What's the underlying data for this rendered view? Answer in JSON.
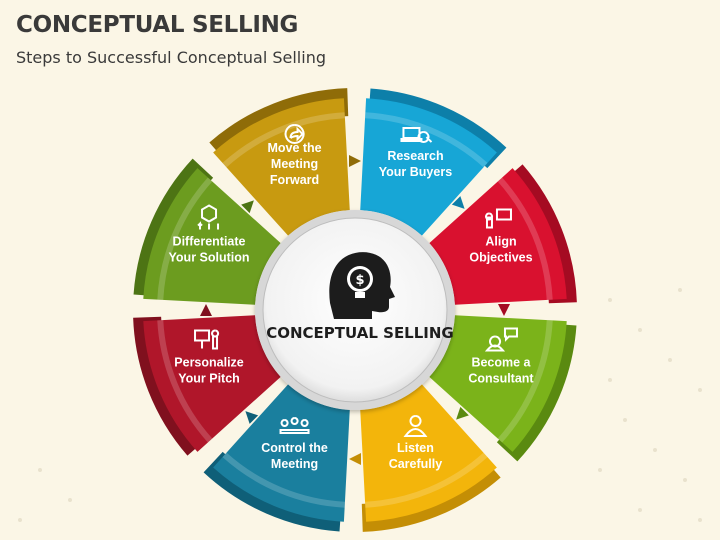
{
  "header": {
    "title": "CONCEPTUAL SELLING",
    "subtitle": "Steps to Successful Conceptual Selling"
  },
  "center": {
    "label": "CONCEPTUAL SELLING",
    "icon": "head-lightbulb-dollar-icon"
  },
  "steps": [
    {
      "lines": [
        "Research",
        "Your Buyers"
      ],
      "icon": "laptop-magnifier-icon",
      "color": "#17a6d6",
      "dark": "#0d7fa9"
    },
    {
      "lines": [
        "Align",
        "Objectives"
      ],
      "icon": "presenter-board-icon",
      "color": "#d9112f",
      "dark": "#a50b22"
    },
    {
      "lines": [
        "Become a",
        "Consultant"
      ],
      "icon": "consultant-chat-icon",
      "color": "#7bb31a",
      "dark": "#5a8a10"
    },
    {
      "lines": [
        "Listen",
        "Carefully"
      ],
      "icon": "person-listening-icon",
      "color": "#f3b50b",
      "dark": "#c48e05"
    },
    {
      "lines": [
        "Control the",
        "Meeting"
      ],
      "icon": "meeting-table-icon",
      "color": "#1a7f9e",
      "dark": "#0f5f78"
    },
    {
      "lines": [
        "Personalize",
        "Your Pitch"
      ],
      "icon": "presentation-pitch-icon",
      "color": "#b0162a",
      "dark": "#80101e"
    },
    {
      "lines": [
        "Differentiate",
        "Your Solution"
      ],
      "icon": "cube-arrows-icon",
      "color": "#6c9c1f",
      "dark": "#4d7414"
    },
    {
      "lines": [
        "Move the",
        "Meeting",
        "Forward"
      ],
      "icon": "forward-arrow-icon",
      "color": "#c89a10",
      "dark": "#8f6c08"
    }
  ]
}
